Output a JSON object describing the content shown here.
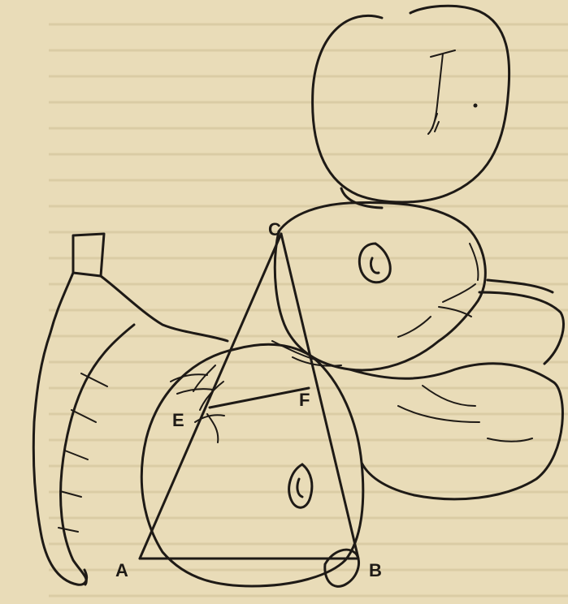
{
  "labels": {
    "a": "A",
    "b": "B",
    "c": "C",
    "e": "E",
    "f": "F"
  },
  "colors": {
    "paper": "#e9dcb8",
    "ink": "#1e1a16",
    "show_through_text": "#c9b98f"
  }
}
